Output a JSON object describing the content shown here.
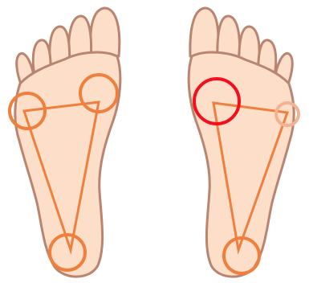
{
  "colors": {
    "skin_fill": "#fddfc9",
    "skin_outline": "#b98570",
    "pressure_line": "#ef7f3c",
    "pressure_active": "#f40f1b",
    "pressure_faint": "#f3b393"
  },
  "feet": [
    {
      "side": "left",
      "pressure_points": [
        {
          "name": "outer-forefoot",
          "state": "normal"
        },
        {
          "name": "inner-forefoot",
          "state": "normal"
        },
        {
          "name": "heel",
          "state": "normal"
        }
      ]
    },
    {
      "side": "right",
      "pressure_points": [
        {
          "name": "inner-forefoot",
          "state": "active"
        },
        {
          "name": "outer-forefoot",
          "state": "faint"
        },
        {
          "name": "heel",
          "state": "normal"
        }
      ]
    }
  ]
}
